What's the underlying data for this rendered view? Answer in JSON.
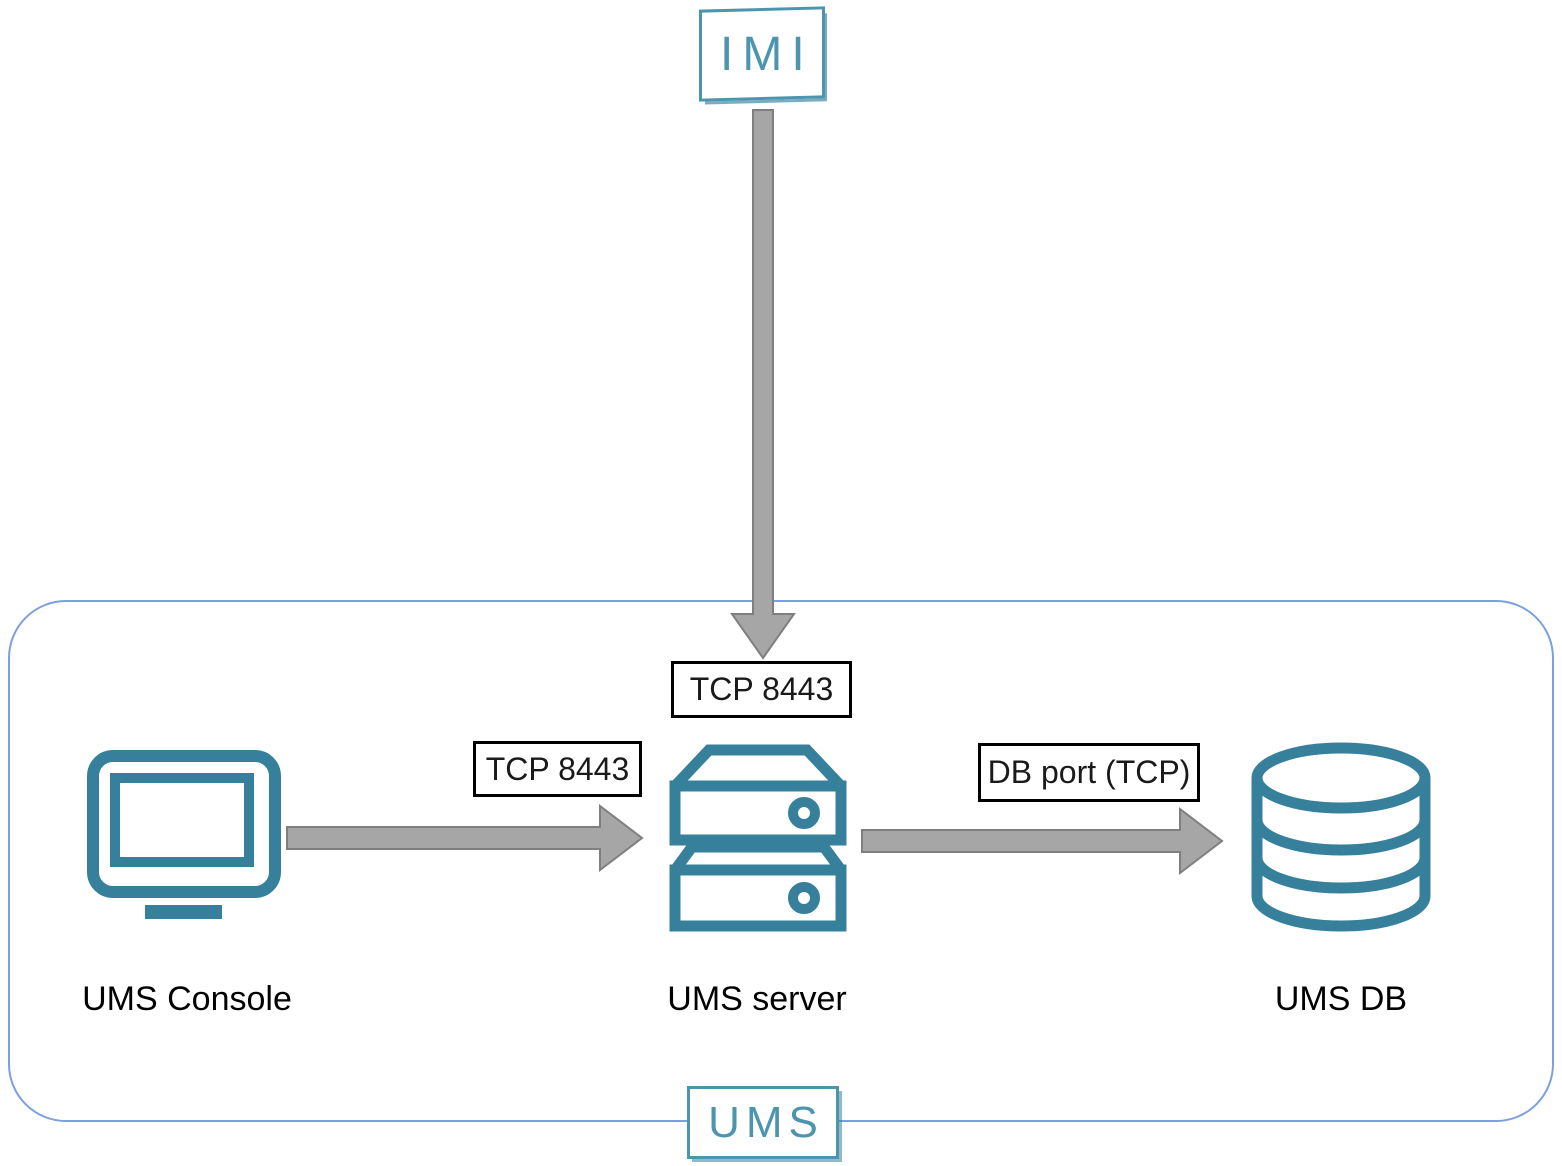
{
  "diagram": {
    "external_node": {
      "id": "imi",
      "label": "IMI"
    },
    "group": {
      "label": "UMS"
    },
    "nodes": {
      "console": {
        "label": "UMS Console",
        "icon": "monitor-icon"
      },
      "server": {
        "label": "UMS server",
        "icon": "server-rack-icon"
      },
      "db": {
        "label": "UMS DB",
        "icon": "database-icon"
      }
    },
    "edges": {
      "imi_to_server": {
        "from": "IMI",
        "to": "UMS server",
        "label": "TCP 8443",
        "direction": "down"
      },
      "console_to_server": {
        "from": "UMS Console",
        "to": "UMS server",
        "label": "TCP 8443",
        "direction": "right"
      },
      "server_to_db": {
        "from": "UMS server",
        "to": "UMS DB",
        "label": "DB port (TCP)",
        "direction": "right"
      }
    },
    "colors": {
      "teal": "#36809c",
      "teal_light": "#4d95af",
      "arrow_fill": "#a6a6a6",
      "arrow_stroke": "#7f7f7f",
      "group_border": "#7c9fe0",
      "label_border": "#000000"
    }
  }
}
